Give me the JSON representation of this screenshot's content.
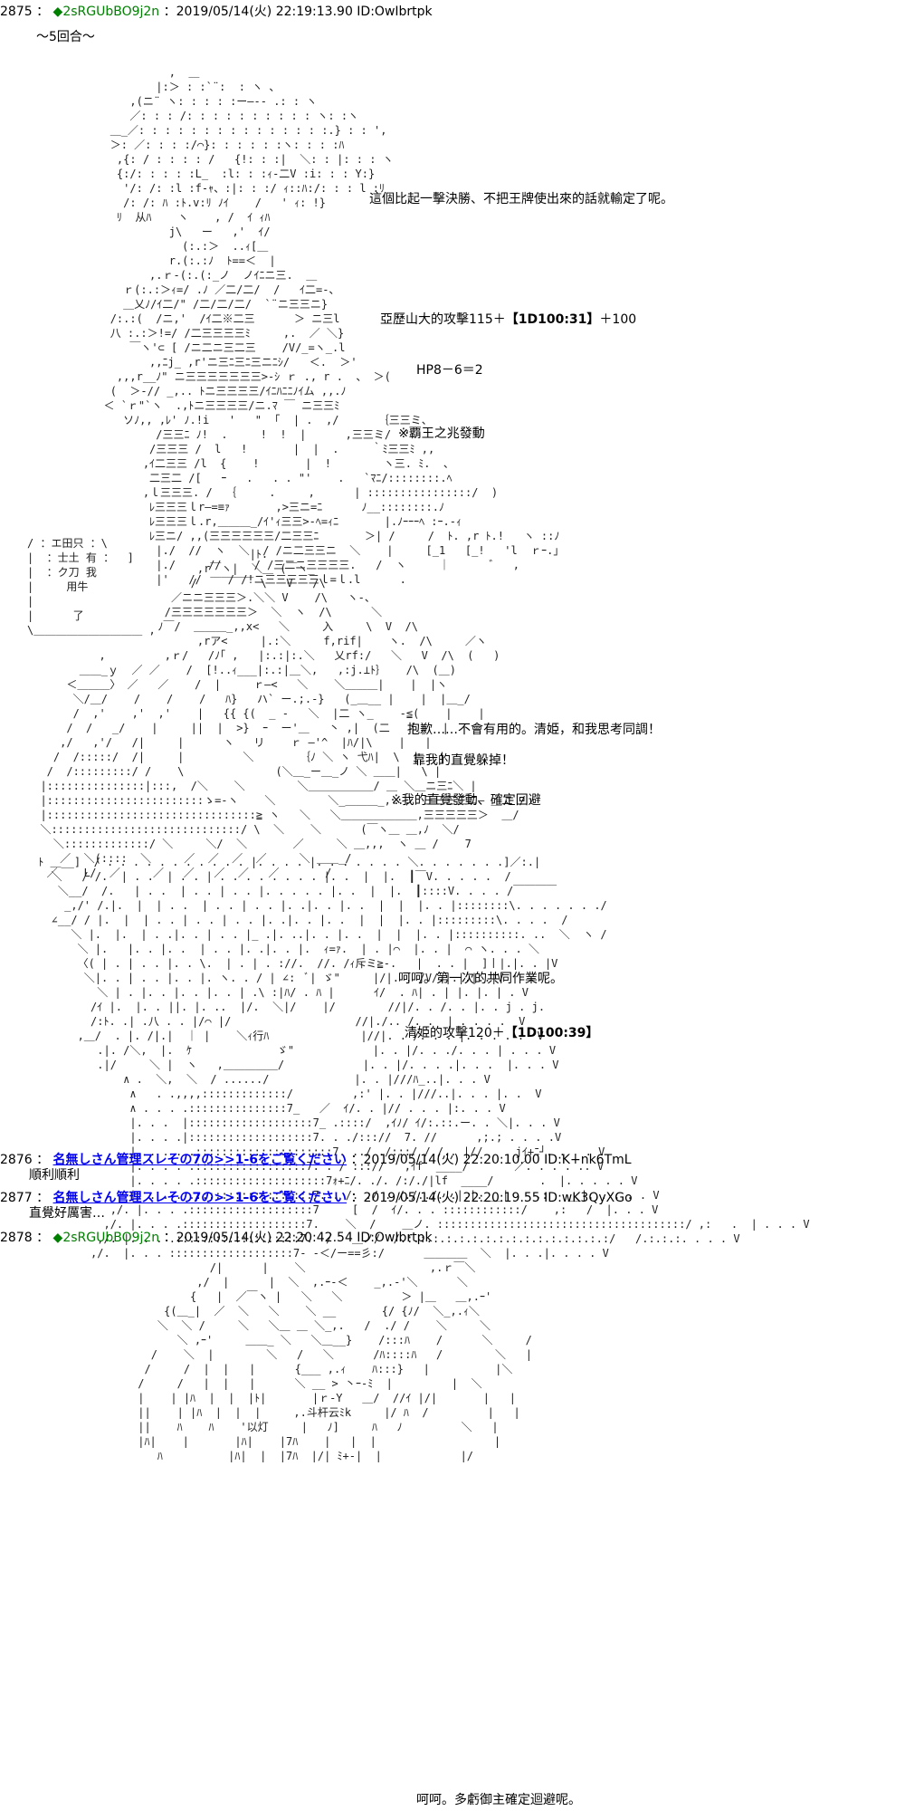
{
  "posts": [
    {
      "header": {
        "num": "2875",
        "sep": "：",
        "trip": "◆2sRGUbBO9j2n",
        "meta": "：2019/05/14(火) 22:19:13.90 ID:OwIbrtpk"
      },
      "round": "～5回合～",
      "lines": [
        "這個比起一擊決勝、不把王牌使出來的話就輸定了呢。",
        "亞歷山大的攻擊115＋",
        "【1D100:31】",
        "＋100",
        "HP8－6＝2",
        "※覇王之兆發動",
        "抱歉……不會有用的。清姫，和我思考同調！",
        "靠我的直覺躲掉！",
        "※我的直覺發動、確定回避",
        "呵呵。第一次的共同作業呢。",
        "清姫的攻擊120＋",
        "【1D100:39】"
      ]
    },
    {
      "header": {
        "num": "2876",
        "sep": "：",
        "name": "名無しさん管理スレその7の>>1-6をご覧ください",
        "meta": "：2019/05/14(火) 22:20:10.00 ID:K+nk6TmL"
      },
      "body": "順利順利"
    },
    {
      "header": {
        "num": "2877",
        "sep": "：",
        "name": "名無しさん管理スレその7の>>1-6をご覧ください",
        "meta": "：2019/05/14(火) 22:20:19.55 ID:wK3QyXGo"
      },
      "body": "直覺好厲害…"
    },
    {
      "header": {
        "num": "2878",
        "sep": "：",
        "trip": "◆2sRGUbBO9j2n",
        "meta": "：2019/05/14(火) 22:20:42.54 ID:OwIbrtpk"
      },
      "lines": [
        "呵呵。多虧御主確定迴避呢。"
      ]
    }
  ],
  "ascii": {
    "box_lines": [
      "/ ：エ田只 ：\\",
      "|  ：士土 有 ：  ]",
      "|  ：ク刀 我",
      "|     用牛",
      "|",
      "|      了"
    ]
  }
}
